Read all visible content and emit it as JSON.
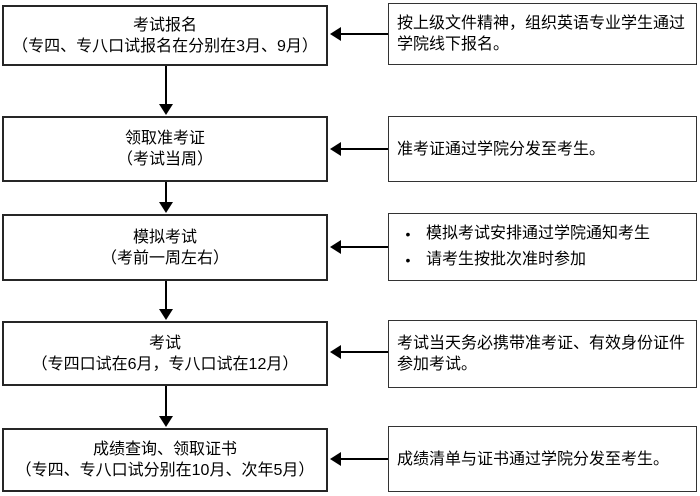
{
  "diagram": {
    "background_color": "#ffffff",
    "box_border_color": "#262626",
    "arrow_color": "#000000",
    "bullet_glyph": "•",
    "steps": [
      {
        "title": "考试报名",
        "subtitle": "（专四、专八口试报名在分别在3月、9月）"
      },
      {
        "title": "领取准考证",
        "subtitle": "（考试当周）"
      },
      {
        "title": "模拟考试",
        "subtitle": "（考前一周左右）"
      },
      {
        "title": "考试",
        "subtitle": "（专四口试在6月，专八口试在12月）"
      },
      {
        "title": "成绩查询、领取证书",
        "subtitle": "（专四、专八口试分别在10月、次年5月）"
      }
    ],
    "notes": [
      {
        "lines": [
          "按上级文件精神，组织英语专业学生通过学院线下报名。"
        ]
      },
      {
        "lines": [
          "准考证通过学院分发至考生。"
        ]
      },
      {
        "lines": [
          "模拟考试安排通过学院通知考生",
          "请考生按批次准时参加"
        ]
      },
      {
        "lines": [
          "考试当天务必携带准考证、有效身份证件参加考试。"
        ]
      },
      {
        "lines": [
          "成绩清单与证书通过学院分发至考生。"
        ]
      }
    ]
  }
}
